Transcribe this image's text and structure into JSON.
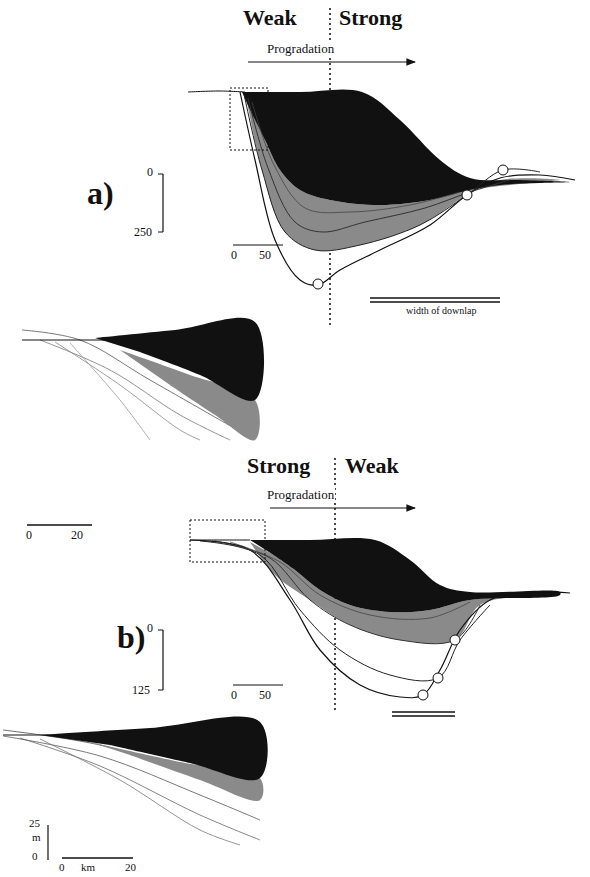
{
  "diagram": {
    "labels": [
      "Weak",
      "Strong",
      "Progradation",
      "a)",
      "0",
      "250",
      "0",
      "50",
      "width of downlap",
      "0",
      "20",
      "Strong",
      "Weak",
      "Progradation",
      "b)",
      "0",
      "125",
      "0",
      "50",
      "25",
      "m",
      "0",
      "0",
      "km",
      "20"
    ]
  }
}
